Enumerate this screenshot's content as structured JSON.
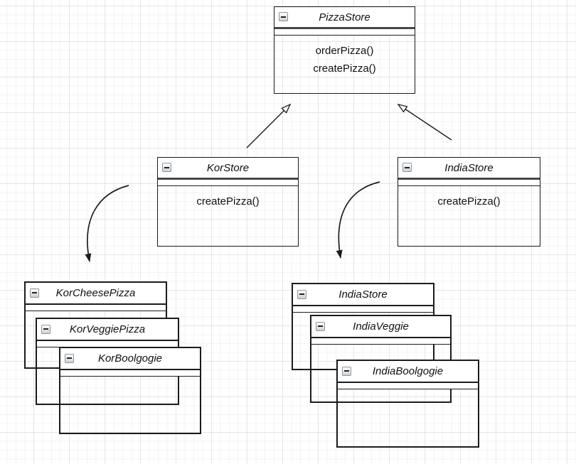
{
  "diagram": {
    "tool_hint": "UML class diagram on grid canvas",
    "colors": {
      "stroke": "#1c1c1c",
      "header_fill": "#ffffff",
      "grid_minor": "#f3f3f3",
      "grid_major": "#dedede",
      "text": "#111111"
    },
    "classes": [
      {
        "name": "PizzaStore",
        "methods": [
          "orderPizza()",
          "createPizza()"
        ]
      },
      {
        "name": "KorStore",
        "methods": [
          "createPizza()"
        ]
      },
      {
        "name": "IndiaStore",
        "methods": [
          "createPizza()"
        ]
      },
      {
        "name": "KorCheesePizza",
        "methods": []
      },
      {
        "name": "KorVeggiePizza",
        "methods": []
      },
      {
        "name": "KorBoolgogie",
        "methods": []
      },
      {
        "name": "IndiaStore",
        "methods": []
      },
      {
        "name": "IndiaVeggie",
        "methods": []
      },
      {
        "name": "IndiaBoolgogie",
        "methods": []
      }
    ],
    "relations": [
      {
        "from": "KorStore",
        "to": "PizzaStore",
        "style": "straight, hollow open arrowhead (generalization)"
      },
      {
        "from": "IndiaStore",
        "to": "PizzaStore",
        "style": "straight, hollow open arrowhead (generalization)"
      },
      {
        "from": "KorStore",
        "to": "KorCheesePizza stack",
        "style": "curved, solid filled arrowhead"
      },
      {
        "from": "IndiaStore",
        "to": "IndiaStore stack",
        "style": "curved, solid filled arrowhead"
      }
    ],
    "icons": {
      "collapse": "minus-icon"
    }
  }
}
